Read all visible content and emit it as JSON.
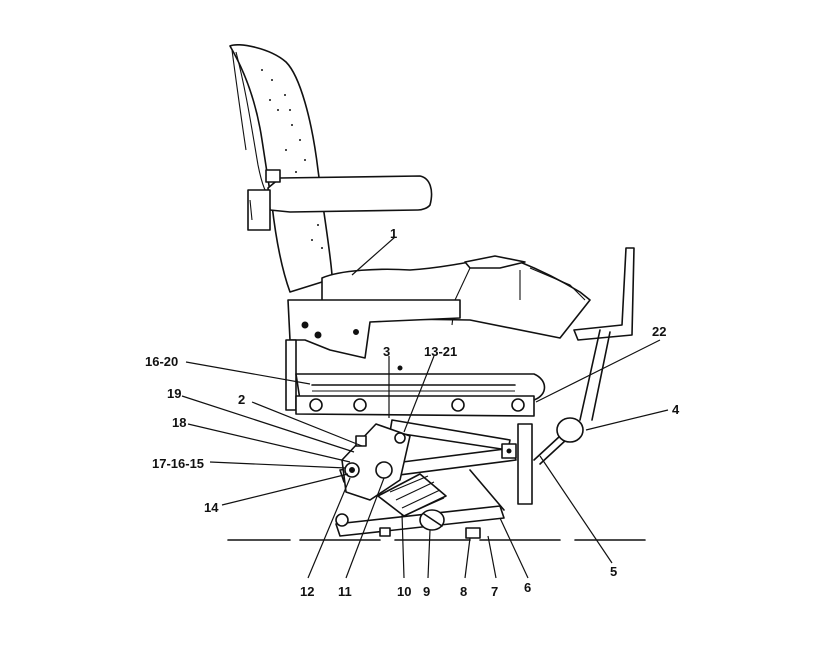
{
  "callouts": [
    {
      "id": "c1",
      "text": "1"
    },
    {
      "id": "c2",
      "text": "2"
    },
    {
      "id": "c3",
      "text": "3"
    },
    {
      "id": "c4",
      "text": "4"
    },
    {
      "id": "c5",
      "text": "5"
    },
    {
      "id": "c6",
      "text": "6"
    },
    {
      "id": "c7",
      "text": "7"
    },
    {
      "id": "c8",
      "text": "8"
    },
    {
      "id": "c9",
      "text": "9"
    },
    {
      "id": "c10",
      "text": "10"
    },
    {
      "id": "c11",
      "text": "11"
    },
    {
      "id": "c12",
      "text": "12"
    },
    {
      "id": "c13_21",
      "text": "13-21"
    },
    {
      "id": "c14",
      "text": "14"
    },
    {
      "id": "c15_17",
      "text": "17-16-15"
    },
    {
      "id": "c16_20",
      "text": "16-20"
    },
    {
      "id": "c18",
      "text": "18"
    },
    {
      "id": "c19",
      "text": "19"
    },
    {
      "id": "c22",
      "text": "22"
    }
  ]
}
